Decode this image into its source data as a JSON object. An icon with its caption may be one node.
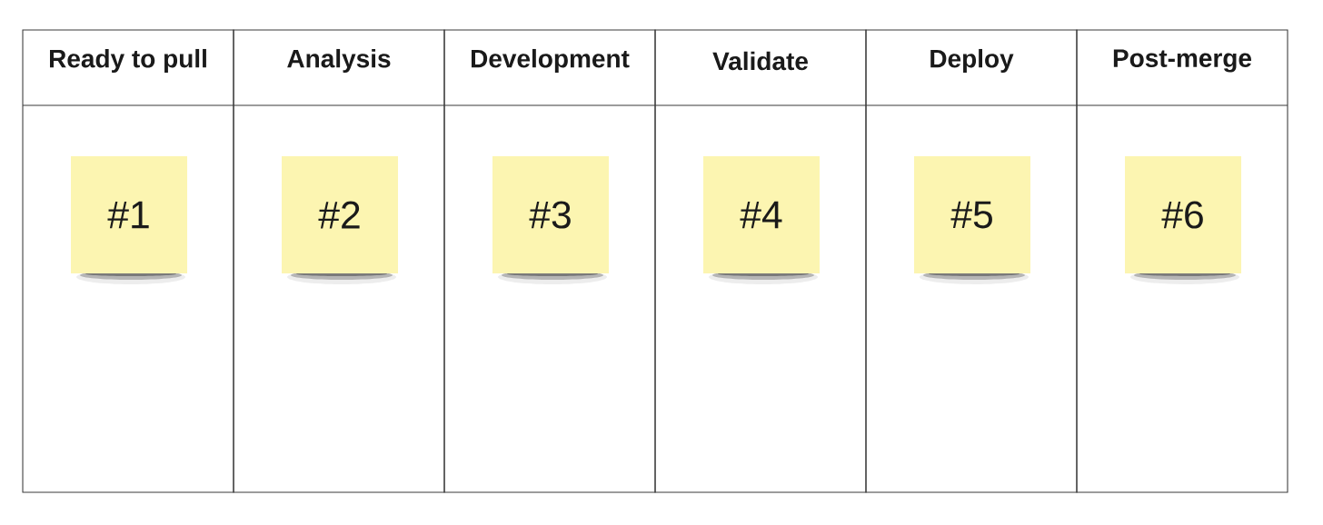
{
  "diagram": {
    "nodes": [
      {
        "text": [
          "Ready to pull"
        ]
      },
      {
        "text": [
          "#1"
        ],
        "in": 0
      },
      {
        "text": [
          "Analysis"
        ]
      },
      {
        "text": [
          "#2"
        ],
        "in": 2
      },
      {
        "text": [
          "Development"
        ]
      },
      {
        "text": [
          "#3"
        ],
        "in": 4
      },
      {
        "text": [
          "Validate"
        ]
      },
      {
        "text": [
          "#4"
        ],
        "in": 6
      },
      {
        "text": [
          "Deploy"
        ]
      },
      {
        "text": [
          "#5"
        ],
        "in": 8
      },
      {
        "text": [
          "Post-merge"
        ]
      },
      {
        "text": [
          "#6"
        ],
        "in": 10
      }
    ]
  }
}
